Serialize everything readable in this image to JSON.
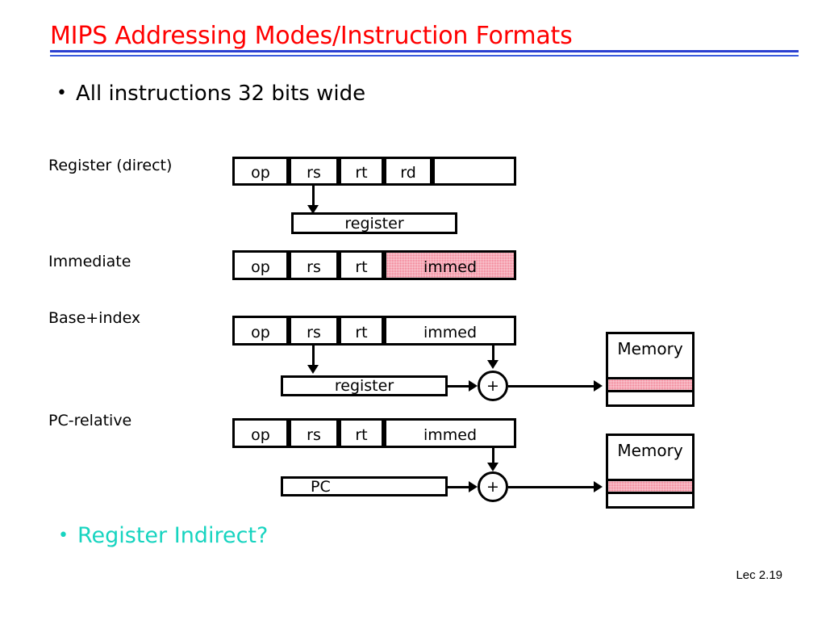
{
  "slide": {
    "title": "MIPS Addressing Modes/Instruction Formats",
    "title_color": "#FF0000",
    "underline_color": "#2A3FD0",
    "bullets": [
      {
        "marker": "•",
        "text": "All instructions 32 bits wide",
        "color": "#000000"
      },
      {
        "marker": "•",
        "text": "Register Indirect?",
        "color": "#17D4C0"
      }
    ],
    "footer": "Lec 2.19",
    "highlight_color": "#F2798E"
  },
  "rows": {
    "register_direct": {
      "label": "Register (direct)",
      "fields": [
        {
          "name": "op",
          "text": "op",
          "highlight": false
        },
        {
          "name": "rs",
          "text": "rs",
          "highlight": false
        },
        {
          "name": "rt",
          "text": "rt",
          "highlight": false
        },
        {
          "name": "rd",
          "text": "rd",
          "highlight": false
        },
        {
          "name": "unused",
          "text": "",
          "highlight": false
        }
      ],
      "target_box": {
        "text": "register",
        "highlight": true
      }
    },
    "immediate": {
      "label": "Immediate",
      "fields": [
        {
          "name": "op",
          "text": "op",
          "highlight": false
        },
        {
          "name": "rs",
          "text": "rs",
          "highlight": false
        },
        {
          "name": "rt",
          "text": "rt",
          "highlight": false
        },
        {
          "name": "immed",
          "text": "immed",
          "highlight": true
        }
      ]
    },
    "base_index": {
      "label": "Base+index",
      "fields": [
        {
          "name": "op",
          "text": "op",
          "highlight": false
        },
        {
          "name": "rs",
          "text": "rs",
          "highlight": false
        },
        {
          "name": "rt",
          "text": "rt",
          "highlight": false
        },
        {
          "name": "immed",
          "text": "immed",
          "highlight": false
        }
      ],
      "source_box": {
        "text": "register",
        "highlight": false
      },
      "adder": {
        "text": "+"
      },
      "memory": {
        "title": "Memory",
        "band_highlight": true
      }
    },
    "pc_relative": {
      "label": "PC-relative",
      "fields": [
        {
          "name": "op",
          "text": "op",
          "highlight": false
        },
        {
          "name": "rs",
          "text": "rs",
          "highlight": false
        },
        {
          "name": "rt",
          "text": "rt",
          "highlight": false
        },
        {
          "name": "immed",
          "text": "immed",
          "highlight": false
        }
      ],
      "source_box": {
        "text": "PC",
        "highlight": false
      },
      "adder": {
        "text": "+"
      },
      "memory": {
        "title": "Memory",
        "band_highlight": true
      }
    }
  }
}
